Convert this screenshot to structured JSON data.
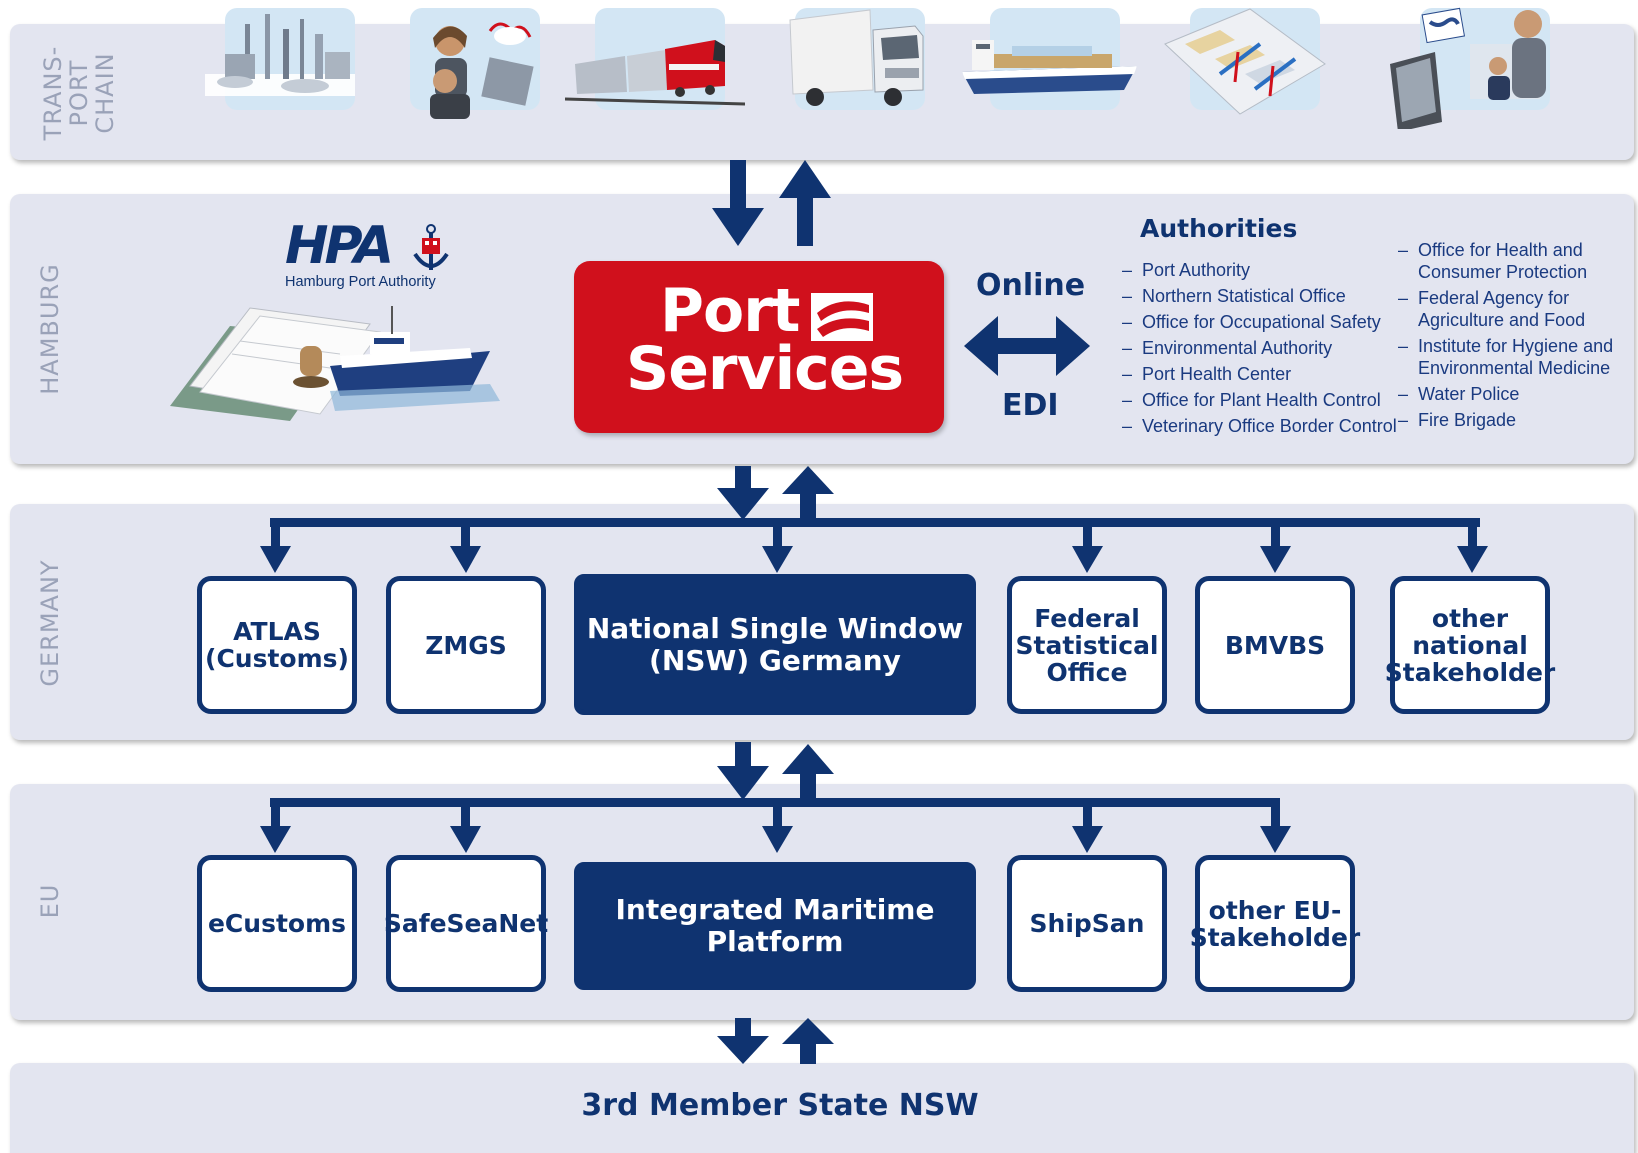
{
  "bands": {
    "transport": "TRANS-\nPORT\nCHAIN",
    "hamburg": "HAMBURG",
    "germany": "GERMANY",
    "eu": "EU"
  },
  "hpa": {
    "logo": "HPA",
    "name": "Hamburg Port Authority"
  },
  "port_services": {
    "line1": "Port",
    "line2": "Services"
  },
  "connection": {
    "online": "Online",
    "edi": "EDI"
  },
  "authorities": {
    "title": "Authorities",
    "col1": [
      "Port Authority",
      "Northern Statistical Office",
      "Office for Occupational Safety",
      "Environmental Authority",
      "Port Health Center",
      "Office for Plant Health Control",
      "Veterinary Office Border Control"
    ],
    "col2": [
      "Office for Health and\nConsumer Protection",
      "Federal Agency for\nAgriculture and Food",
      "Institute for Hygiene and\nEnvironmental Medicine",
      "Water Police",
      "Fire Brigade"
    ]
  },
  "germany_nodes": [
    "ATLAS\n(Customs)",
    "ZMGS",
    "National Single Window\n(NSW) Germany",
    "Federal\nStatistical\nOffice",
    "BMVBS",
    "other\nnational\nStakeholder"
  ],
  "eu_nodes": [
    "eCustoms",
    "SafeSeaNet",
    "Integrated Maritime\nPlatform",
    "ShipSan",
    "other EU-\nStakeholder"
  ],
  "member_state": "3rd Member State NSW",
  "colors": {
    "navy": "#0f3370",
    "red": "#d0101c",
    "band": "#e3e5f0",
    "label_gray": "#9aa2b8"
  }
}
